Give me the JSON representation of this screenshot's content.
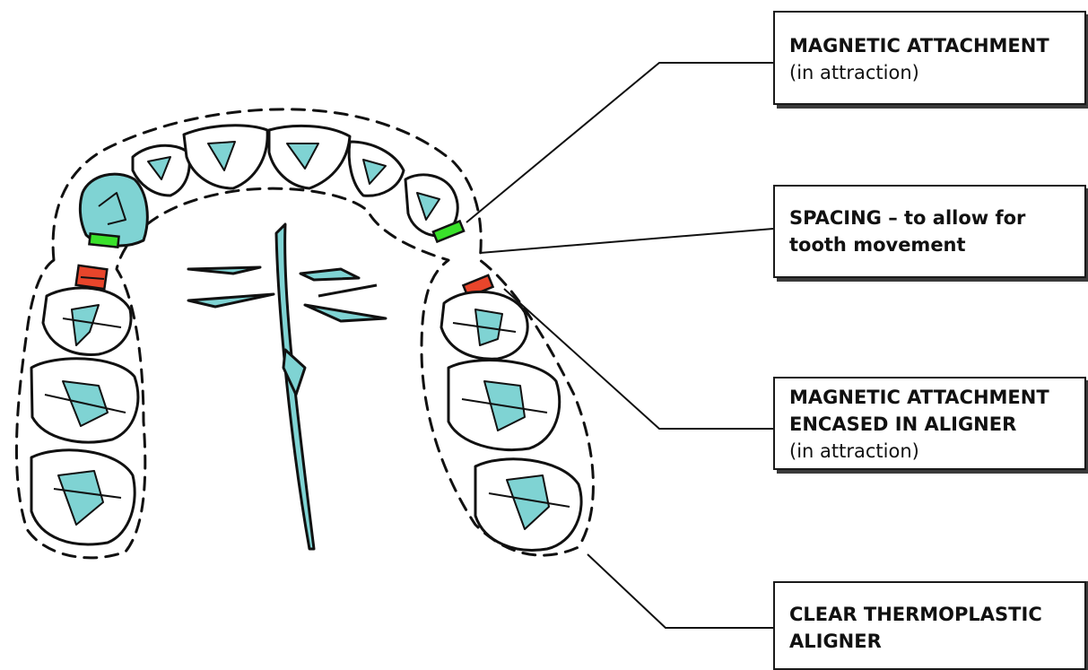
{
  "labels": {
    "magnetic_attachment": {
      "line1": "MAGNETIC ATTACHMENT",
      "line2": "(in attraction)"
    },
    "spacing": {
      "line1": "SPACING – to allow for",
      "line2": "tooth movement"
    },
    "encased": {
      "line1": "MAGNETIC ATTACHMENT",
      "line2": "ENCASED IN ALIGNER",
      "line3": "(in attraction)"
    },
    "aligner": {
      "line1": "CLEAR THERMOPLASTIC",
      "line2": "ALIGNER"
    }
  },
  "colors": {
    "tooth_fill": "#7fd3d3",
    "outline": "#111111",
    "magnet_green": "#39e12a",
    "magnet_red": "#e8452b",
    "background": "#ffffff"
  }
}
